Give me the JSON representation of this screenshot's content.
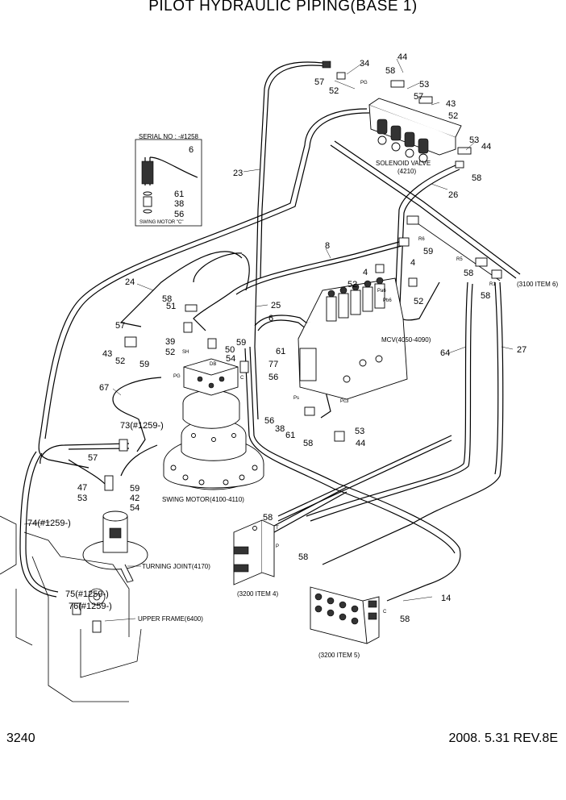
{
  "title": "PILOT HYDRAULIC PIPING(BASE 1)",
  "footer": {
    "page": "3240",
    "revision": "2008. 5.31  REV.8E"
  },
  "serial_box": {
    "header": "SERIAL NO : -#1258",
    "items": [
      "6",
      "61",
      "38",
      "56"
    ],
    "caption": "SWING MOTOR \"C\""
  },
  "components": {
    "solenoid_valve": "SOLENOID VALVE",
    "solenoid_valve_no": "(4210)",
    "mcv": "MCV(4050-4090)",
    "swing_motor": "SWING MOTOR(4100-4110)",
    "turning_joint": "TURNING JOINT(4170)",
    "upper_frame": "UPPER FRAME(6400)",
    "item_3100": "(3100 ITEM 6)",
    "item_3200_4": "(3200 ITEM 4)",
    "item_3200_5": "(3200 ITEM 5)"
  },
  "callouts": [
    "34",
    "58",
    "44",
    "57",
    "52",
    "53",
    "57",
    "43",
    "52",
    "53",
    "44",
    "58",
    "26",
    "23",
    "8",
    "4",
    "52",
    "4",
    "52",
    "59",
    "58",
    "58",
    "24",
    "58",
    "51",
    "25",
    "6",
    "57",
    "43",
    "52",
    "59",
    "39",
    "52",
    "50",
    "54",
    "61",
    "77",
    "56",
    "59",
    "67",
    "73(#1259-)",
    "56",
    "38",
    "61",
    "53",
    "58",
    "44",
    "64",
    "27",
    "57",
    "47",
    "53",
    "59",
    "42",
    "54",
    "74(#1259-)",
    "58",
    "58",
    "14",
    "58",
    "75(#1259-)",
    "76(#1259-)"
  ],
  "port_marks": [
    "PG",
    "R6",
    "R5",
    "R1",
    "Pa6",
    "Pb6",
    "Ps",
    "SH",
    "PG",
    "DB",
    "Pc3",
    "C",
    "T",
    "P",
    "C"
  ]
}
